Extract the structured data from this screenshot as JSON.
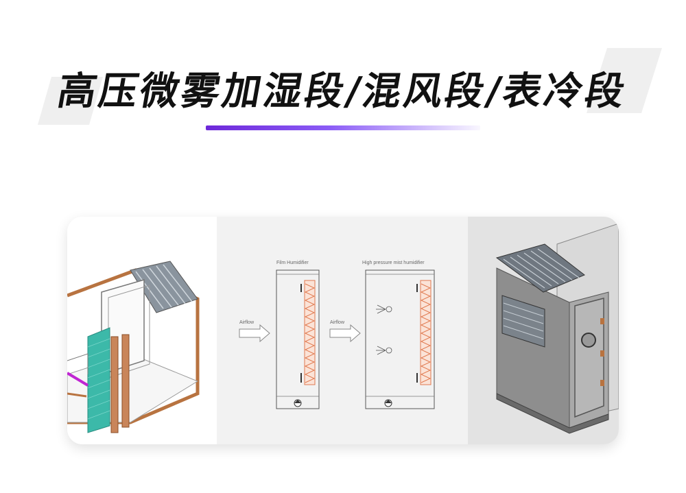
{
  "header": {
    "title": "高压微雾加湿段/混风段/表冷段"
  },
  "diagram": {
    "film_label": "Film Humidifier",
    "mist_label": "High pressure mist humidifier",
    "airflow_label_1": "Airflow",
    "airflow_label_2": "Airflow"
  },
  "colors": {
    "accent": "#7c3aed",
    "copper": "#b87340",
    "coil_teal": "#3cb9a9",
    "pad_orange": "#e07a50"
  }
}
